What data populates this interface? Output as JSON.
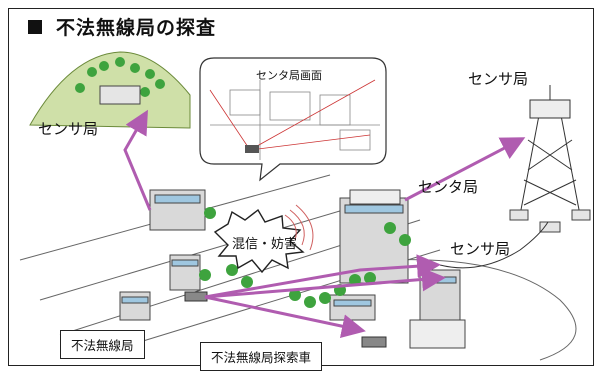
{
  "title": "不法無線局の探査",
  "labels": {
    "sensor_left": "センサ局",
    "sensor_top_right": "センサ局",
    "sensor_mid_right": "センサ局",
    "center_station": "センタ局",
    "center_screen": "センタ局画面",
    "interference": "混信・妨害",
    "illegal_station": "不法無線局",
    "search_vehicle": "不法無線局探索車"
  },
  "colors": {
    "arrow": "#b05cb0",
    "tree": "#3ea33e",
    "building": "#d9d9d9",
    "building_window": "#9fc7e0"
  }
}
